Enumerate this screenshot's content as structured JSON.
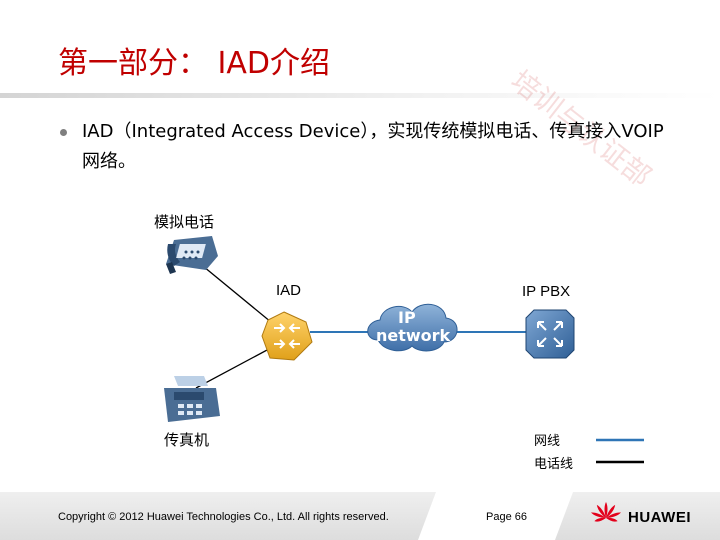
{
  "slide": {
    "title": "第一部分： IAD介绍",
    "watermark": "培训与认证部",
    "bullet": "IAD（Integrated Access Device），实现传统模拟电话、传真接入VOIP网络。"
  },
  "diagram": {
    "nodes": {
      "phone": "模拟电话",
      "iad": "IAD",
      "ippbx": "IP PBX",
      "fax": "传真机",
      "cloud_line1": "IP",
      "cloud_line2": "network"
    },
    "legend": [
      {
        "label": "网线",
        "color": "#2e75b6"
      },
      {
        "label": "电话线",
        "color": "#000000"
      }
    ]
  },
  "footer": {
    "copyright": "Copyright © 2012 Huawei Technologies Co., Ltd. All rights reserved.",
    "page": "Page 66",
    "logo": "HUAWEI"
  }
}
